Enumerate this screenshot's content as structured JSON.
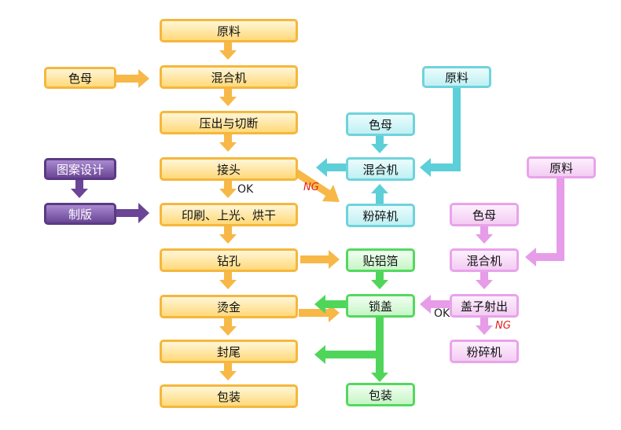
{
  "main": {
    "raw": "原料",
    "mixer": "混合机",
    "extrude": "压出与切断",
    "splice": "接头",
    "print": "印刷、上光、烘干",
    "drill": "钻孔",
    "foil": "烫金",
    "tail": "封尾",
    "pack": "包装"
  },
  "left": {
    "masterbatch": "色母",
    "design": "图案设计",
    "plate": "制版"
  },
  "regrind": {
    "raw": "原料",
    "masterbatch": "色母",
    "mixer": "混合机",
    "crusher": "粉碎机"
  },
  "cap_line": {
    "foil_stick": "贴铝箔",
    "lock_cap": "锁盖",
    "pack": "包装"
  },
  "cap_molding": {
    "raw": "原料",
    "masterbatch": "色母",
    "mixer": "混合机",
    "injection": "盖子射出",
    "crusher": "粉碎机"
  },
  "labels": {
    "ok_main": "OK",
    "ng_main": "NG",
    "ok_cap": "OK",
    "ng_cap": "NG"
  },
  "colors": {
    "orange": "#f7b847",
    "cyan": "#5ccfd8",
    "green": "#4fd65a",
    "pink": "#e69ce8",
    "purple": "#6b4596"
  }
}
